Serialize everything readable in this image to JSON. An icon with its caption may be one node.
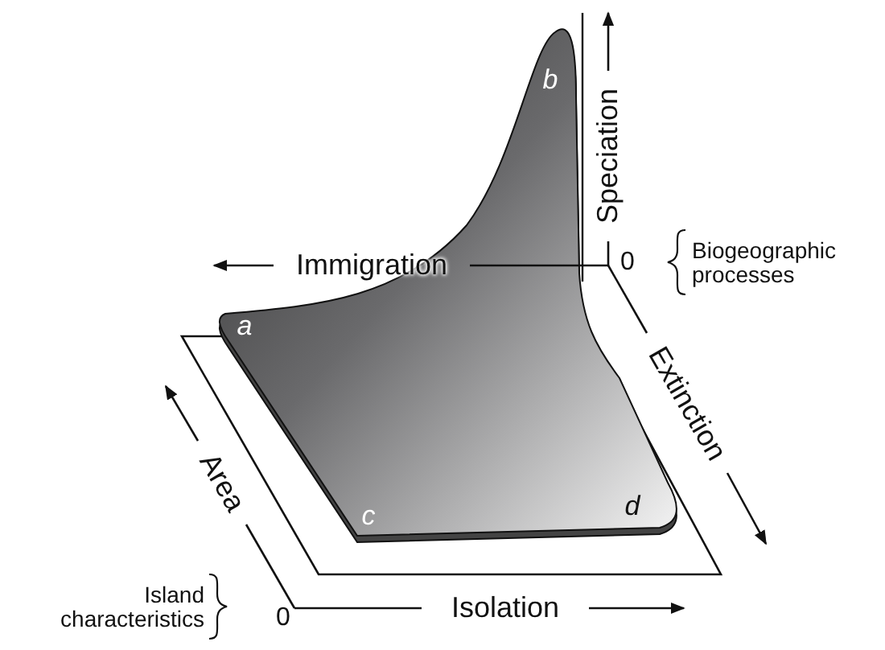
{
  "diagram": {
    "labels": [
      "b",
      "Speciation",
      "Immigration",
      "0",
      "Biogeographic processes",
      "a",
      "Extinction",
      "Area",
      "c",
      "d",
      "Island characteristics",
      "0",
      "Isolation"
    ]
  }
}
